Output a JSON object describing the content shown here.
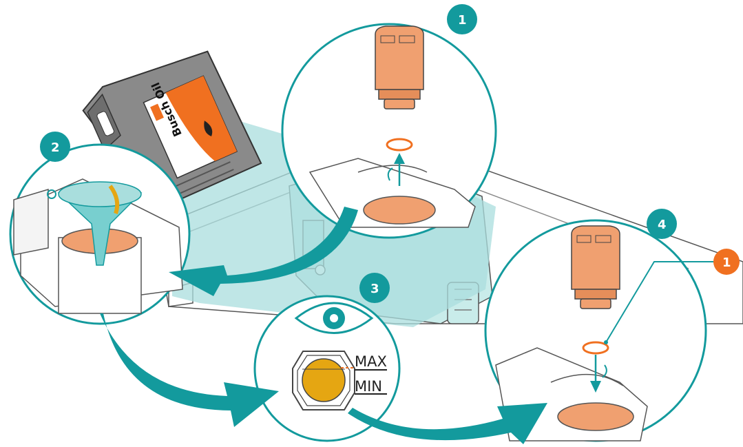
{
  "steps": {
    "step1": "1",
    "step2": "2",
    "step3": "3",
    "step4": "4",
    "callout": "1"
  },
  "level_indicator": {
    "max_label": "MAX",
    "min_label": "MIN"
  },
  "oil_can": {
    "label": "Busch Oil"
  },
  "colors": {
    "teal": "#139a9d",
    "teal_light": "#a9dedd",
    "orange_part": "#f0a070",
    "orange_callout": "#f07020",
    "oil_yellow": "#e5a612",
    "can_grey": "#8a8a8a"
  }
}
